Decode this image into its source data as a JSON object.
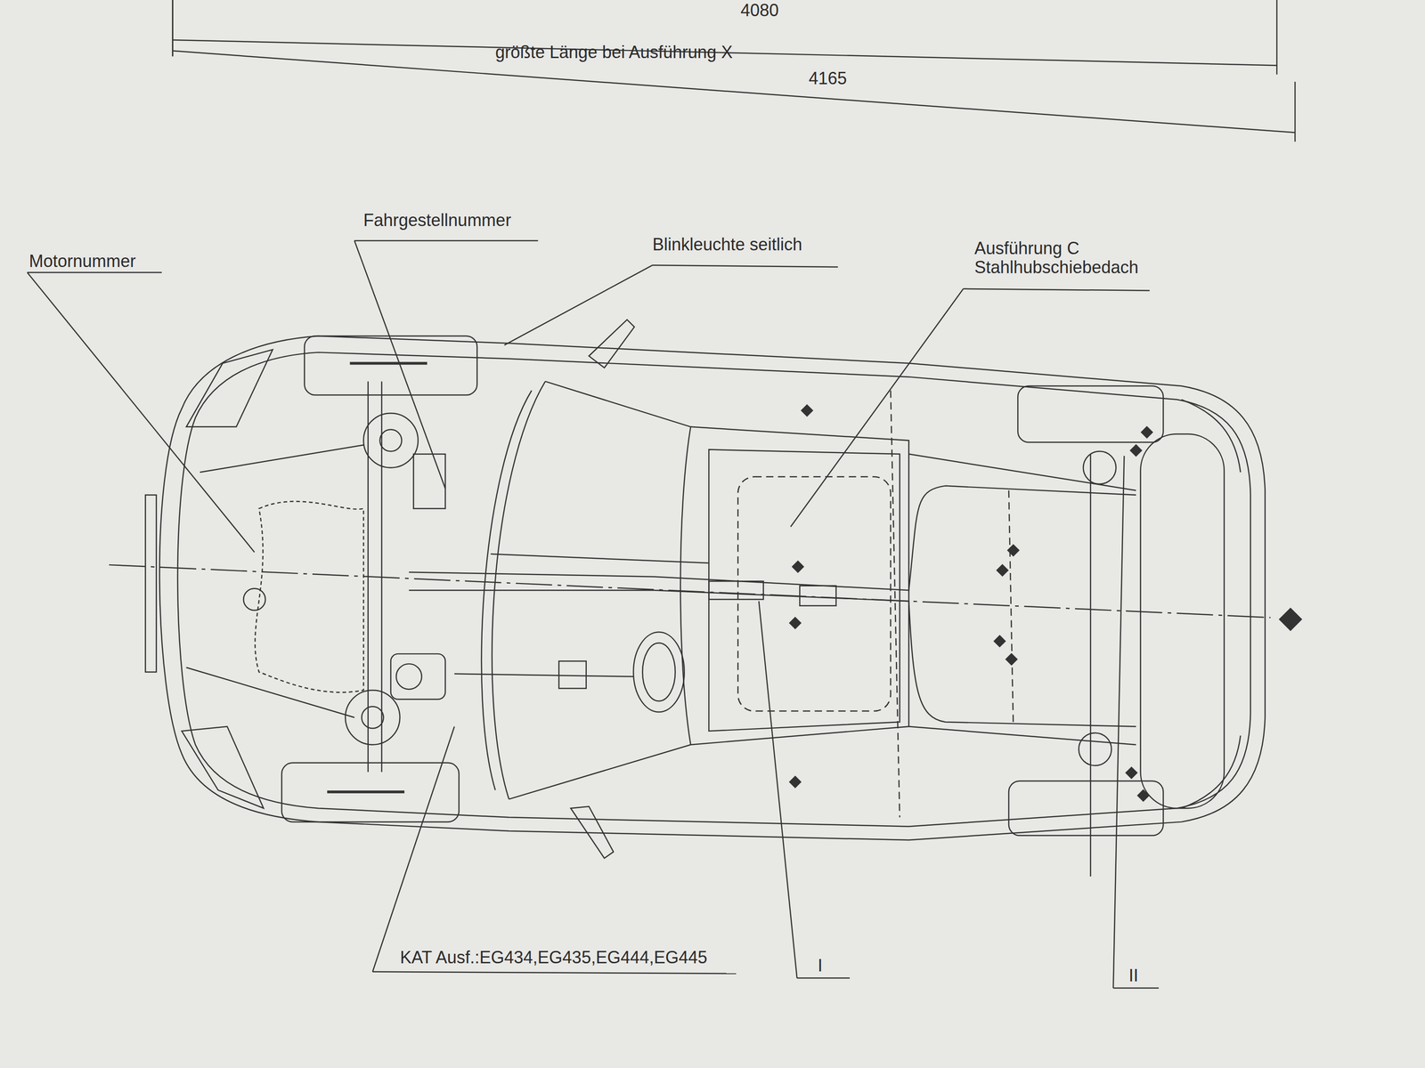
{
  "diagram": {
    "labels": [
      "4080",
      "größte Länge bei Ausführung X",
      "4165",
      "Motornummer",
      "Fahrgestellnummer",
      "Blinkleuchte seitlich",
      "Ausführung C Stahlhubschiebedach",
      "KAT Ausf.:EG434,EG435,EG444,EG445",
      "I",
      "II"
    ]
  }
}
